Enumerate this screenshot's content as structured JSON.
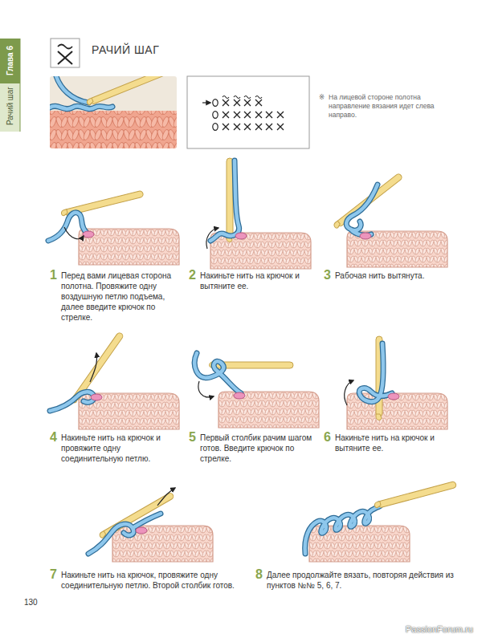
{
  "diagram": {
    "title": "РАЧИЙ ШАГ",
    "nodes": [
      {
        "text": [
          "Глава 6"
        ]
      }
    ],
    "labels": [
      "Рачий шаг",
      "※",
      "На лицевой стороне полотна направление вязания идет слева направо.",
      "1",
      "Перед вами лицевая сторона полотна. Провяжите одну воздушную петлю подъема, далее введите крючок по стрелке.",
      "2",
      "Накиньте нить на крючок и вытяните ее.",
      "3",
      "Рабочая нить вытянута.",
      "4",
      "Накиньте нить на крючок и провяжите одну соединительную петлю.",
      "5",
      "Первый столбик рачим шагом готов. Введите крючок по стрелке.",
      "6",
      "Накиньте нить на крючок и вытяните ее.",
      "7",
      "Накиньте нить на крючок, провяжите одну соединительную петлю. Второй столбик готов.",
      "8",
      "Далее продолжайте вязать, повторяя действия из пунктов №№ 5, 6, 7.",
      "130",
      "PassionForum.ru"
    ]
  }
}
